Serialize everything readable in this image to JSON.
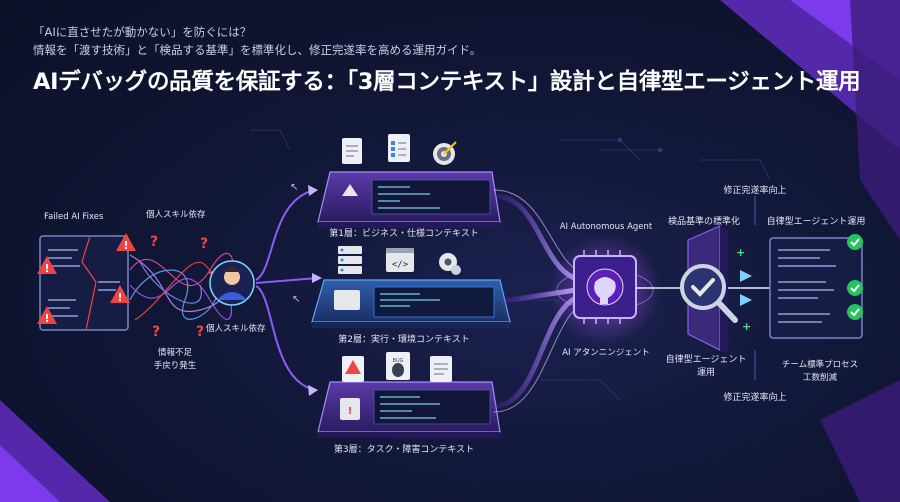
{
  "header": {
    "subtitle_line1": "「AIに直させたが動かない」を防ぐには？",
    "subtitle_line2": "情報を「渡す技術」と「検品する基準」を標準化し、修正完遂率を高める運用ガイド。",
    "title": "AIデバッグの品質を保証する：「3層コンテキスト」設計と自律型エージェント運用"
  },
  "left": {
    "failed_label": "Failed AI Fixes",
    "chaos_label": "個人スキル依存",
    "person_label": "個人スキル依存",
    "issues_line1": "情報不足",
    "issues_line2": "手戻り発生"
  },
  "layers": [
    {
      "label": "第1層：ビジネス・仕様コンテキスト"
    },
    {
      "label": "第2層：実行・環境コンテキスト"
    },
    {
      "label": "第3層：タスク・障害コンテキスト"
    }
  ],
  "agent": {
    "top_label": "AI Autonomous Agent",
    "bottom_label": "AI アタンニンジェント"
  },
  "inspection": {
    "top_label": "検品基準の標準化",
    "bottom_line1": "自律型エージェント",
    "bottom_line2": "運用"
  },
  "right": {
    "top_label": "修正完遂率向上",
    "header_label": "自律型エージェント運用",
    "bottom_line1": "チーム標準プロセス",
    "bottom_line2": "工数削減",
    "bottom_label2": "修正完遂率向上"
  },
  "icons": {
    "layer1": [
      "document-icon",
      "checklist-icon",
      "target-icon"
    ],
    "layer2": [
      "database-icon",
      "code-window-icon",
      "gear-icon"
    ],
    "layer3": [
      "warning-icon",
      "bug-icon",
      "log-icon"
    ]
  },
  "colors": {
    "accent_purple": "#8b5cf6",
    "accent_cyan": "#38bdf8",
    "error_red": "#ef4444",
    "success_green": "#22c55e",
    "background": "#0d1330"
  }
}
